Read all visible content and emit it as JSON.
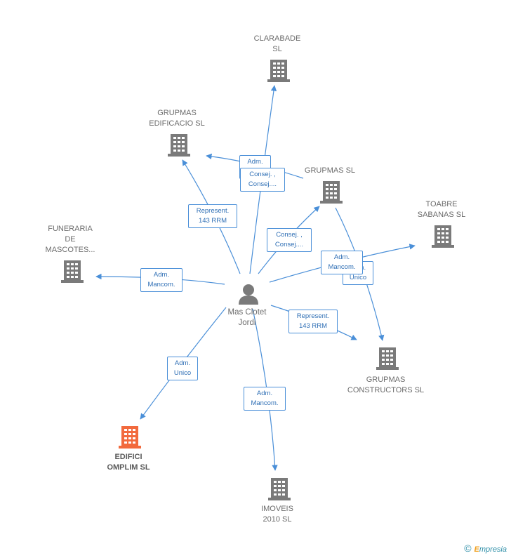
{
  "center": {
    "name": "Mas Clotet\nJordi"
  },
  "nodes": [
    {
      "id": "clarabade",
      "label": "CLARABADE\nSL",
      "color": "#7a7a7a"
    },
    {
      "id": "grupmas_edificacio",
      "label": "GRUPMAS\nEDIFICACIO SL",
      "color": "#7a7a7a"
    },
    {
      "id": "grupmas_sl",
      "label": "GRUPMAS SL",
      "color": "#7a7a7a"
    },
    {
      "id": "toabre",
      "label": "TOABRE\nSABANAS  SL",
      "color": "#7a7a7a"
    },
    {
      "id": "funeraria",
      "label": "FUNERARIA\nDE\nMASCOTES...",
      "color": "#7a7a7a"
    },
    {
      "id": "grupmas_constructors",
      "label": "GRUPMAS\nCONSTRUCTORS SL",
      "color": "#7a7a7a"
    },
    {
      "id": "edifici",
      "label": "EDIFICI\nOMPLIM  SL",
      "color": "#f26a3d",
      "highlight": true
    },
    {
      "id": "imoveis",
      "label": "IMOVEIS\n2010 SL",
      "color": "#7a7a7a"
    }
  ],
  "edge_labels": [
    {
      "id": "el_adm_1",
      "text": "Adm.\n..."
    },
    {
      "id": "el_consej_1",
      "text": "Consej. ,\nConsej...."
    },
    {
      "id": "el_represent_1",
      "text": "Represent.\n143 RRM"
    },
    {
      "id": "el_consej_2",
      "text": "Consej. ,\nConsej...."
    },
    {
      "id": "el_adm_unico_1",
      "text": "Adm.\nUnico"
    },
    {
      "id": "el_adm_mancom_1",
      "text": "Adm.\nMancom."
    },
    {
      "id": "el_adm_mancom_2",
      "text": "Adm.\nMancom."
    },
    {
      "id": "el_represent_2",
      "text": "Represent.\n143 RRM"
    },
    {
      "id": "el_adm_unico_2",
      "text": "Adm.\nUnico"
    },
    {
      "id": "el_adm_mancom_3",
      "text": "Adm.\nMancom."
    }
  ],
  "brand": {
    "copyright": "©",
    "name": "mpresia",
    "initial": "E"
  }
}
